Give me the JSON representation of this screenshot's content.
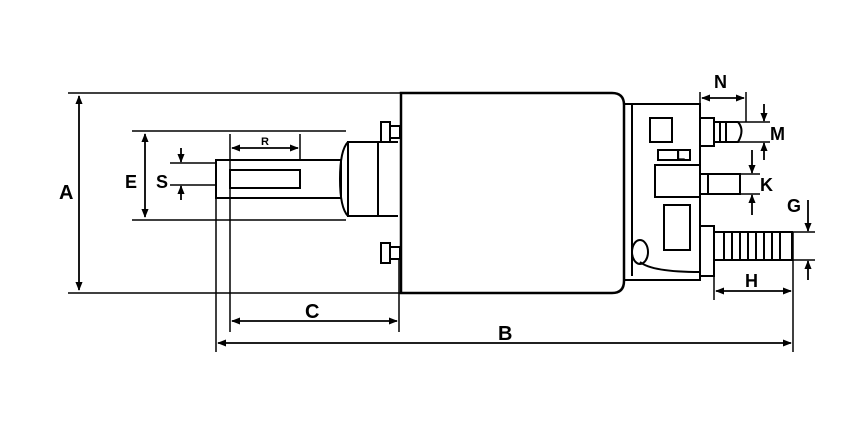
{
  "diagram": {
    "dimension_labels": {
      "A": "A",
      "B": "B",
      "C": "C",
      "E": "E",
      "S": "S",
      "R": "R",
      "N": "N",
      "M": "M",
      "L": "L",
      "K": "K",
      "G": "G",
      "H": "H"
    },
    "colors": {
      "line": "#000000",
      "background": "#ffffff"
    }
  }
}
